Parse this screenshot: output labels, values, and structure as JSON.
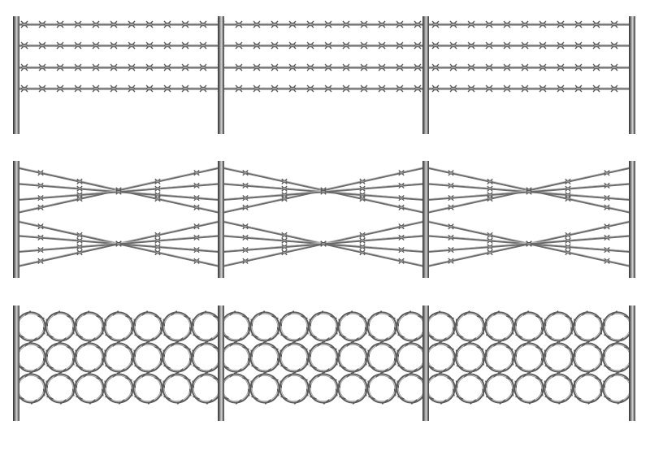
{
  "illustration": {
    "colors": {
      "background": "#ffffff",
      "post_dark": "#3a3a3a",
      "post_mid": "#8a8a8a",
      "post_light": "#d0d0d0",
      "wire": "#6e6e6e",
      "wire_light": "#b5b5b5",
      "barb": "#5a5a5a"
    },
    "fences": [
      {
        "style": "horizontal-barbed-wire",
        "panels": 3,
        "posts": 4,
        "wire_strands": 4
      },
      {
        "style": "crossed-barbed-wire",
        "panels": 3,
        "posts": 4,
        "wire_strands_per_band": 4,
        "bands": 2
      },
      {
        "style": "razor-wire-coils",
        "panels": 3,
        "posts": 4,
        "coil_rows": 3,
        "coils_per_row_per_panel": 7
      }
    ]
  }
}
